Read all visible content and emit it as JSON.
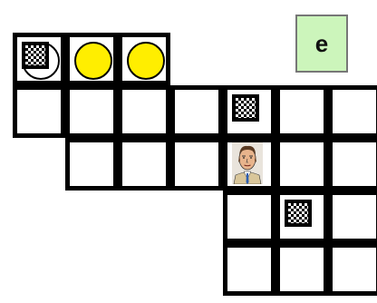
{
  "board": {
    "cells": [
      {
        "col": 0,
        "row": 0
      },
      {
        "col": 1,
        "row": 0
      },
      {
        "col": 2,
        "row": 0
      },
      {
        "col": 0,
        "row": 1
      },
      {
        "col": 1,
        "row": 1
      },
      {
        "col": 2,
        "row": 1
      },
      {
        "col": 3,
        "row": 1
      },
      {
        "col": 4,
        "row": 1
      },
      {
        "col": 5,
        "row": 1
      },
      {
        "col": 6,
        "row": 1
      },
      {
        "col": 1,
        "row": 2
      },
      {
        "col": 2,
        "row": 2
      },
      {
        "col": 3,
        "row": 2
      },
      {
        "col": 4,
        "row": 2
      },
      {
        "col": 5,
        "row": 2
      },
      {
        "col": 6,
        "row": 2
      },
      {
        "col": 4,
        "row": 3
      },
      {
        "col": 5,
        "row": 3
      },
      {
        "col": 6,
        "row": 3
      },
      {
        "col": 4,
        "row": 4
      },
      {
        "col": 5,
        "row": 4
      },
      {
        "col": 6,
        "row": 4
      }
    ],
    "dots": [
      {
        "col": 0,
        "row": 0,
        "kind": "empty"
      },
      {
        "col": 1,
        "row": 0,
        "kind": "yellow"
      },
      {
        "col": 2,
        "row": 0,
        "kind": "yellow"
      }
    ],
    "flags": [
      {
        "col": 0,
        "row": 0
      },
      {
        "col": 4,
        "row": 1
      },
      {
        "col": 5,
        "row": 3
      }
    ],
    "player": {
      "col": 4,
      "row": 2
    }
  },
  "action_button": {
    "label": "e"
  },
  "colors": {
    "dot_yellow": "#ffee00",
    "button_bg": "#ccf5bb",
    "grid_line": "#000000"
  }
}
